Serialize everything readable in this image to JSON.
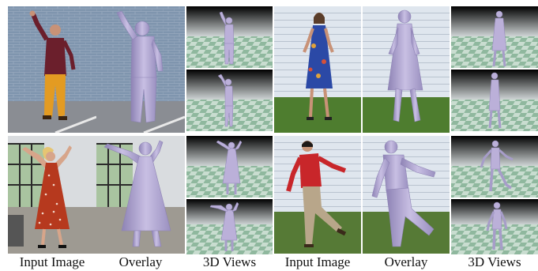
{
  "figure": {
    "columns": [
      {
        "label": "Input Image"
      },
      {
        "label": "Overlay"
      },
      {
        "label": "3D Views"
      },
      {
        "label": "Input Image"
      },
      {
        "label": "Overlay"
      },
      {
        "label": "3D Views"
      }
    ],
    "examples": [
      {
        "subject": "man in maroon shirt and orange pants, raised fist",
        "scene": "brick wall, asphalt"
      },
      {
        "subject": "woman in blue floral dress",
        "scene": "white siding, grass"
      },
      {
        "subject": "woman in red polka-dot dress, arms raised",
        "scene": "indoor window room"
      },
      {
        "subject": "man in red sweater and khaki pants, kicking",
        "scene": "white siding, grass"
      }
    ]
  },
  "colors": {
    "mesh": "#b8aed6",
    "mesh_shadow": "#8e83b5",
    "floor_a": "#8fb89e",
    "floor_b": "#c9ddd0",
    "sky_top": "#000000",
    "brick": "#7d93ad",
    "siding": "#dfe6ee",
    "grass": "#4e7d2f"
  }
}
